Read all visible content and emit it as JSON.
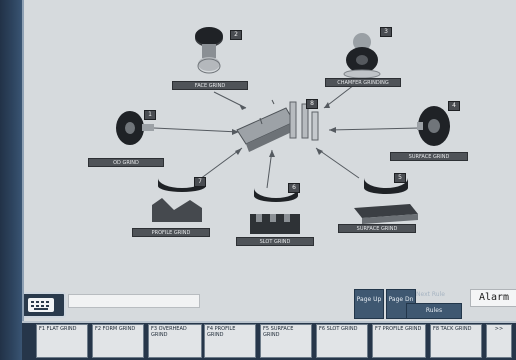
{
  "process_map": {
    "nodes": [
      {
        "id": "op-top-left",
        "badge": "2",
        "label": "FACE GRIND"
      },
      {
        "id": "op-top-right",
        "badge": "3",
        "label": "CHAMFER GRINDING"
      },
      {
        "id": "op-left",
        "badge": "1",
        "label": "OD GRIND"
      },
      {
        "id": "op-right",
        "badge": "4",
        "label": "SURFACE GRIND"
      },
      {
        "id": "op-bottom-left",
        "badge": "7",
        "label": "PROFILE GRIND"
      },
      {
        "id": "op-bottom-center",
        "badge": "6",
        "label": "SLOT GRIND"
      },
      {
        "id": "op-bottom-right",
        "badge": "5",
        "label": "SURFACE GRIND"
      },
      {
        "id": "center-tool",
        "badge": "8",
        "label": ""
      }
    ]
  },
  "status_bar": {
    "message": "",
    "page_up_label": "Page Up",
    "page_down_label": "Page Dn",
    "next_rule_label": "Next Rule",
    "rules_label": "Rules",
    "alarm_label": "Alarm"
  },
  "softkeys": [
    {
      "label": "F1 FLAT GRIND"
    },
    {
      "label": "F2 FORM GRIND"
    },
    {
      "label": "F3 OVERHEAD GRIND"
    },
    {
      "label": "F4 PROFILE GRIND"
    },
    {
      "label": "F5 SURFACE GRIND"
    },
    {
      "label": "F6 SLOT GRIND"
    },
    {
      "label": "F7 PROFILE GRIND"
    },
    {
      "label": "F8 TACK GRIND"
    },
    {
      "label": ">>"
    }
  ]
}
